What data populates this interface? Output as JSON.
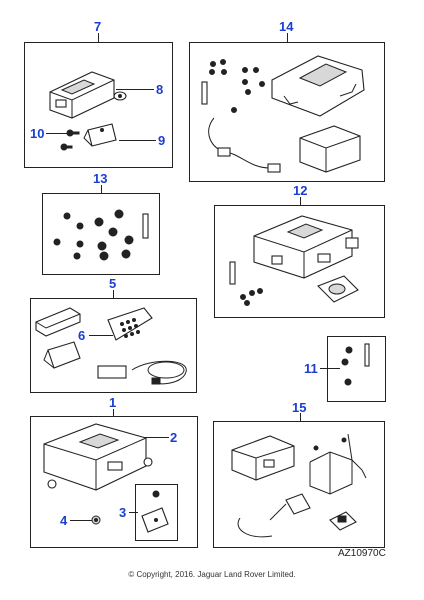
{
  "callouts": {
    "c1": "1",
    "c2": "2",
    "c3": "3",
    "c4": "4",
    "c5": "5",
    "c6": "6",
    "c7": "7",
    "c8": "8",
    "c9": "9",
    "c10": "10",
    "c11": "11",
    "c12": "12",
    "c13": "13",
    "c14": "14",
    "c15": "15"
  },
  "callout_color": "#1a3fd0",
  "reference_code": "AZ10970C",
  "copyright": "© Copyright, 2016. Jaguar Land Rover Limited."
}
